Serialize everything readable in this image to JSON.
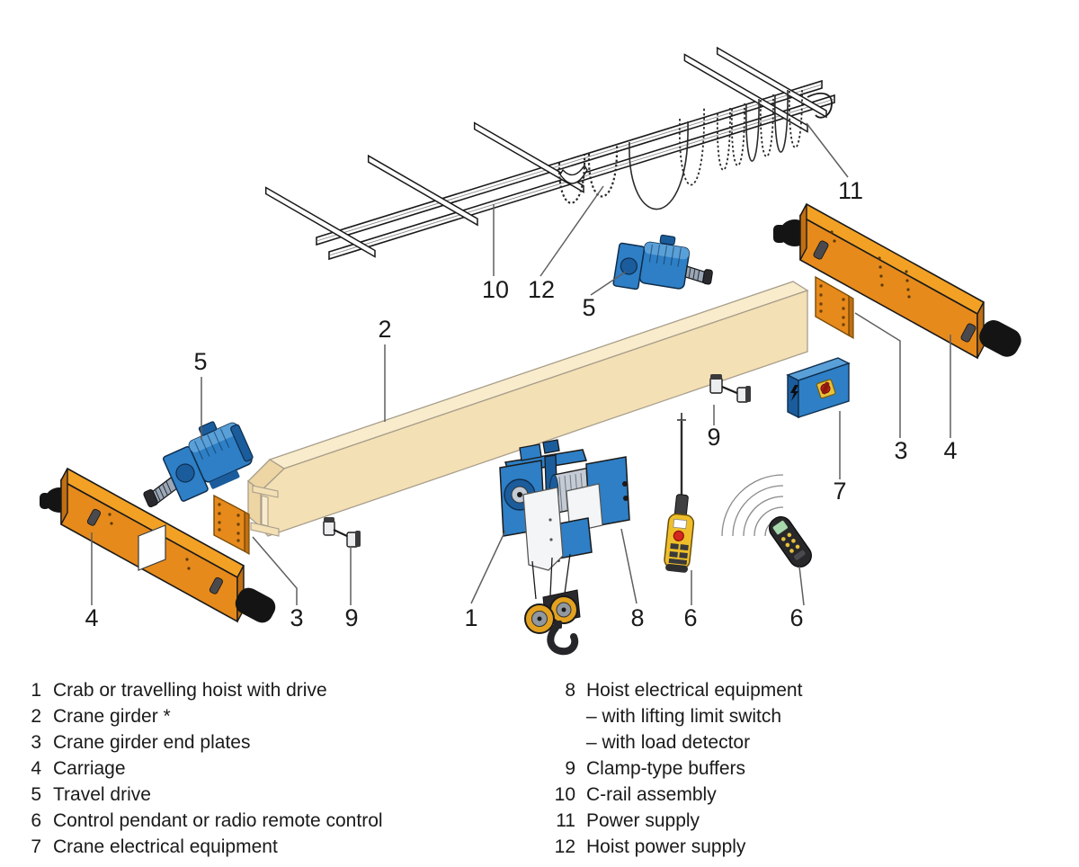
{
  "callouts": {
    "c1": "1",
    "c2": "2",
    "c3_left": "3",
    "c3_right": "3",
    "c4_left": "4",
    "c4_right": "4",
    "c5_top": "5",
    "c5_left": "5",
    "c6_pendant": "6",
    "c6_radio": "6",
    "c7": "7",
    "c8": "8",
    "c9_left": "9",
    "c9_right": "9",
    "c10": "10",
    "c11": "11",
    "c12": "12"
  },
  "legend": {
    "left": [
      {
        "num": "1",
        "label": "Crab or travelling hoist with drive"
      },
      {
        "num": "2",
        "label": "Crane girder *"
      },
      {
        "num": "3",
        "label": "Crane girder end plates"
      },
      {
        "num": "4",
        "label": "Carriage"
      },
      {
        "num": "5",
        "label": "Travel drive"
      },
      {
        "num": "6",
        "label": "Control pendant or radio remote control"
      },
      {
        "num": "7",
        "label": "Crane electrical equipment"
      }
    ],
    "right": [
      {
        "num": "8",
        "label": "Hoist electrical equipment"
      },
      {
        "num": "",
        "label": "– with lifting limit switch"
      },
      {
        "num": "",
        "label": "– with load detector"
      },
      {
        "num": "9",
        "label": "Clamp-type buffers"
      },
      {
        "num": "10",
        "label": "C-rail assembly"
      },
      {
        "num": "11",
        "label": "Power supply"
      },
      {
        "num": "12",
        "label": "Hoist power supply"
      }
    ]
  },
  "colors": {
    "outline": "#1a1a1a",
    "leader": "#5f5f5f",
    "orange_top": "#F2A125",
    "orange_face": "#E68A1C",
    "orange_dark": "#C06F12",
    "blue": "#2E7FC5",
    "blue_dark": "#1B5C9C",
    "blue_light": "#5AA0D8",
    "girder_top": "#F9ECCC",
    "girder_face": "#F4E0B5",
    "girder_dark": "#EDD5A4",
    "girder_line": "#A79E8B",
    "steel_gray": "#9AA7B8",
    "drum_gray": "#C4CBD4",
    "panel_white": "#F4F5F6",
    "yellow": "#EFBF2A",
    "sheave_yellow": "#E3A11F",
    "red": "#D5281E",
    "black_part": "#141414"
  }
}
